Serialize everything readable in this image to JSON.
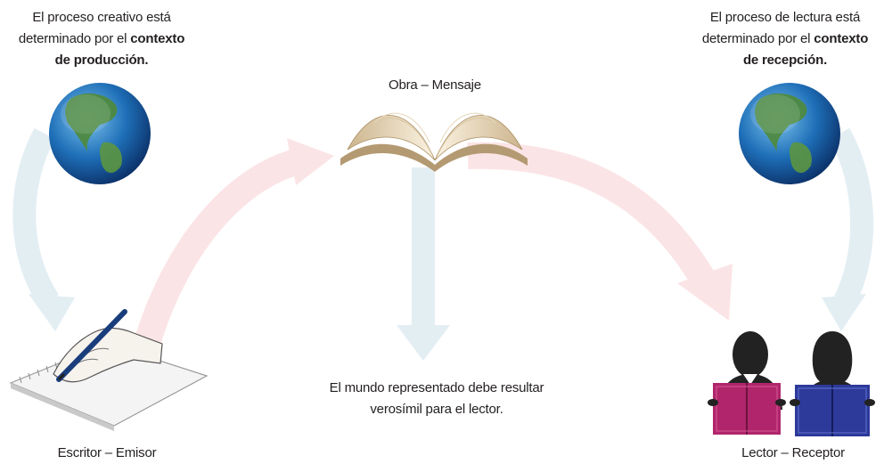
{
  "context_left": {
    "line1": "El proceso creativo está",
    "line2_prefix": "determinado por el ",
    "line2_bold": "contexto",
    "line3_bold": "de producción."
  },
  "context_right": {
    "line1": "El proceso de lectura está",
    "line2_prefix": "determinado por el ",
    "line2_bold": "contexto",
    "line3_bold": "de recepción."
  },
  "work_label": "Obra – Mensaje",
  "world_text": {
    "line1": "El mundo representado debe resultar",
    "line2": "verosímil para el lector."
  },
  "writer_label": "Escritor – Emisor",
  "reader_label": "Lector – Receptor",
  "colors": {
    "blue_arrow": "#e3eef3",
    "pink_arrow": "#fbe4e6",
    "globe_ocean": "#1e6fb8",
    "globe_land": "#4f8a3a",
    "book_left_reader": "#b0256b",
    "book_right_reader": "#2d3a9a"
  },
  "icons": [
    "globe-icon",
    "open-book-icon",
    "writing-hand-icon",
    "reader-icon"
  ]
}
